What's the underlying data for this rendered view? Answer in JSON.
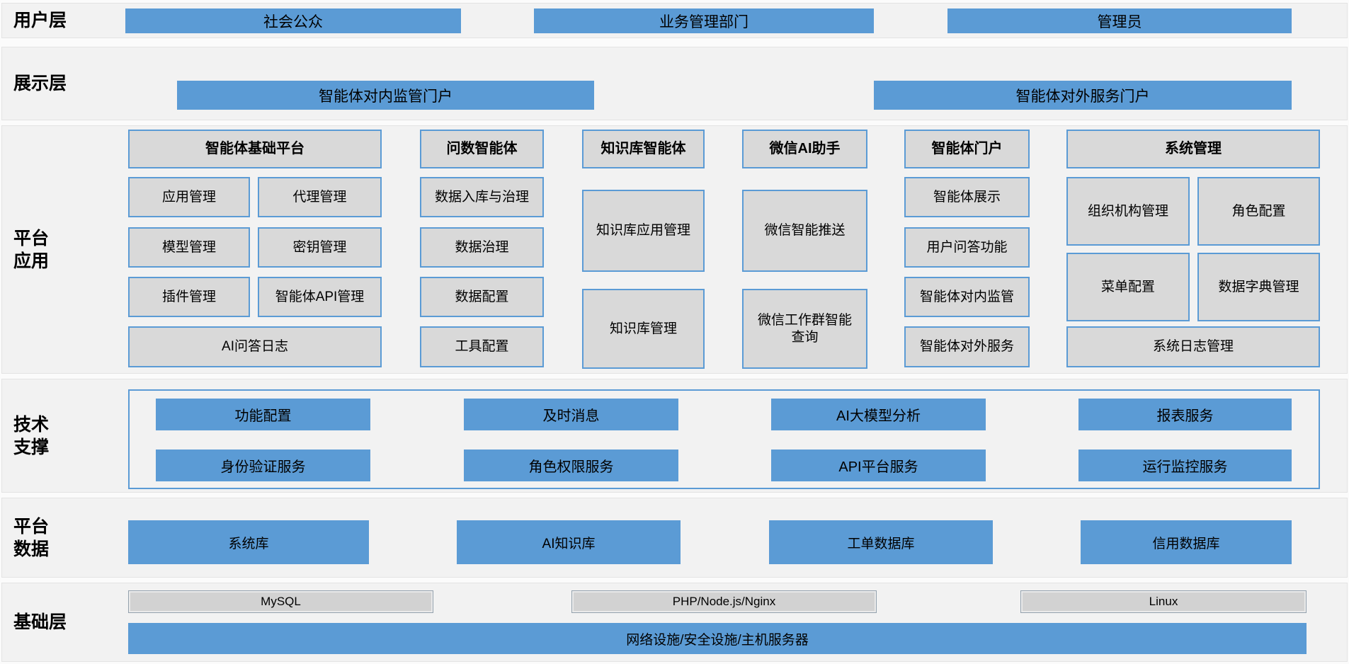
{
  "colors": {
    "accent_blue": "#5b9bd5",
    "cell_gray": "#d9d9d9",
    "band_background": "#f2f2f2"
  },
  "layers": {
    "user": {
      "label_lines": [
        "用户层"
      ],
      "items": [
        "社会公众",
        "业务管理部门",
        "管理员"
      ]
    },
    "display": {
      "label_lines": [
        "展示层"
      ],
      "items": [
        "智能体对内监管门户",
        "智能体对外服务门户"
      ]
    },
    "platform": {
      "label_lines": [
        "平台",
        "应用"
      ],
      "columns": [
        {
          "header": "智能体基础平台",
          "cells": [
            "应用管理",
            "代理管理",
            "模型管理",
            "密钥管理",
            "插件管理",
            "智能体API管理"
          ],
          "footer": "AI问答日志"
        },
        {
          "header": "问数智能体",
          "cells": [
            "数据入库与治理",
            "数据治理",
            "数据配置",
            "工具配置"
          ]
        },
        {
          "header": "知识库智能体",
          "cells": [
            "知识库应用管理",
            "知识库管理"
          ]
        },
        {
          "header": "微信AI助手",
          "cells": [
            "微信智能推送",
            "微信工作群智能查询"
          ]
        },
        {
          "header": "智能体门户",
          "cells": [
            "智能体展示",
            "用户问答功能",
            "智能体对内监管",
            "智能体对外服务"
          ]
        },
        {
          "header": "系统管理",
          "cells": [
            "组织机构管理",
            "角色配置",
            "菜单配置",
            "数据字典管理"
          ],
          "footer": "系统日志管理"
        }
      ]
    },
    "tech": {
      "label_lines": [
        "技术",
        "支撑"
      ],
      "items": [
        "功能配置",
        "及时消息",
        "AI大模型分析",
        "报表服务",
        "身份验证服务",
        "角色权限服务",
        "API平台服务",
        "运行监控服务"
      ]
    },
    "data": {
      "label_lines": [
        "平台",
        "数据"
      ],
      "items": [
        "系统库",
        "AI知识库",
        "工单数据库",
        "信用数据库"
      ]
    },
    "infra": {
      "label_lines": [
        "基础层"
      ],
      "items": [
        "MySQL",
        "PHP/Node.js/Nginx",
        "Linux"
      ],
      "base": "网络设施/安全设施/主机服务器"
    }
  }
}
